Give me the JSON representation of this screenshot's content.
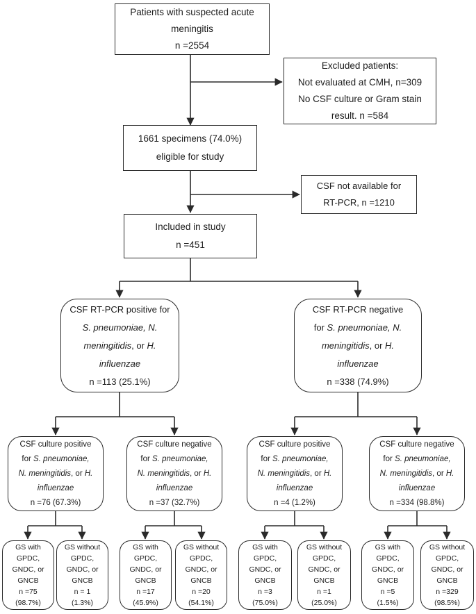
{
  "palette": {
    "background": "#ffffff",
    "line_color": "#2a2a2a",
    "text_color": "#1c1c1c"
  },
  "nodes": {
    "suspected": {
      "lines": [
        [
          {
            "t": "Patients with suspected acute"
          }
        ],
        [
          {
            "t": "meningitis"
          }
        ],
        [
          {
            "t": "n =2554"
          }
        ]
      ]
    },
    "excluded": {
      "lines": [
        [
          {
            "t": "Excluded patients:"
          }
        ],
        [
          {
            "t": "Not evaluated at CMH, n=309"
          }
        ],
        [
          {
            "t": "No CSF culture or Gram stain"
          }
        ],
        [
          {
            "t": "result. n =584"
          }
        ]
      ]
    },
    "eligible": {
      "lines": [
        [
          {
            "t": "1661 specimens (74.0%)"
          }
        ],
        [
          {
            "t": "eligible for study"
          }
        ]
      ]
    },
    "csf_unavailable": {
      "lines": [
        [
          {
            "t": "CSF not available for"
          }
        ],
        [
          {
            "t": "RT-PCR, n =1210"
          }
        ]
      ]
    },
    "included": {
      "lines": [
        [
          {
            "t": "Included in study"
          }
        ],
        [
          {
            "t": "n =451"
          }
        ]
      ]
    },
    "pcr_positive": {
      "lines": [
        [
          {
            "t": "CSF RT-PCR positive for"
          }
        ],
        [
          {
            "t": "S. pneumoniae, N.",
            "i": true
          }
        ],
        [
          {
            "t": "meningitidis",
            "i": true
          },
          {
            "t": ", or "
          },
          {
            "t": "H.",
            "i": true
          }
        ],
        [
          {
            "t": "influenzae",
            "i": true
          }
        ],
        [
          {
            "t": "n =113 (25.1%)"
          }
        ]
      ]
    },
    "pcr_negative": {
      "lines": [
        [
          {
            "t": "CSF RT-PCR negative"
          }
        ],
        [
          {
            "t": "for "
          },
          {
            "t": "S. pneumoniae, N.",
            "i": true
          }
        ],
        [
          {
            "t": "meningitidis",
            "i": true
          },
          {
            "t": ", or "
          },
          {
            "t": "H.",
            "i": true
          }
        ],
        [
          {
            "t": "influenzae",
            "i": true
          }
        ],
        [
          {
            "t": "n =338 (74.9%)"
          }
        ]
      ]
    },
    "culture_pos_pcrpos": {
      "lines": [
        [
          {
            "t": "CSF culture positive"
          }
        ],
        [
          {
            "t": "for "
          },
          {
            "t": "S. pneumoniae,",
            "i": true
          }
        ],
        [
          {
            "t": "N. meningitidis",
            "i": true
          },
          {
            "t": ", or "
          },
          {
            "t": "H.",
            "i": true
          }
        ],
        [
          {
            "t": "influenzae",
            "i": true
          }
        ],
        [
          {
            "t": "n =76 (67.3%)"
          }
        ]
      ]
    },
    "culture_neg_pcrpos": {
      "lines": [
        [
          {
            "t": "CSF culture negative"
          }
        ],
        [
          {
            "t": "for "
          },
          {
            "t": "S. pneumoniae,",
            "i": true
          }
        ],
        [
          {
            "t": "N. meningitidis",
            "i": true
          },
          {
            "t": ", or "
          },
          {
            "t": "H.",
            "i": true
          }
        ],
        [
          {
            "t": "influenzae",
            "i": true
          }
        ],
        [
          {
            "t": "n =37 (32.7%)"
          }
        ]
      ]
    },
    "culture_pos_pcrneg": {
      "lines": [
        [
          {
            "t": "CSF culture positive"
          }
        ],
        [
          {
            "t": "for "
          },
          {
            "t": "S. pneumoniae,",
            "i": true
          }
        ],
        [
          {
            "t": "N. meningitidis",
            "i": true
          },
          {
            "t": ", or "
          },
          {
            "t": "H.",
            "i": true
          }
        ],
        [
          {
            "t": "influenzae",
            "i": true
          }
        ],
        [
          {
            "t": "n =4 (1.2%)"
          }
        ]
      ]
    },
    "culture_neg_pcrneg": {
      "lines": [
        [
          {
            "t": "CSF culture negative"
          }
        ],
        [
          {
            "t": "for "
          },
          {
            "t": "S. pneumoniae,",
            "i": true
          }
        ],
        [
          {
            "t": "N. meningitidis",
            "i": true
          },
          {
            "t": ", or "
          },
          {
            "t": "H.",
            "i": true
          }
        ],
        [
          {
            "t": "influenzae",
            "i": true
          }
        ],
        [
          {
            "t": "n =334 (98.8%)"
          }
        ]
      ]
    },
    "gs1": {
      "lines": [
        [
          {
            "t": "GS with"
          }
        ],
        [
          {
            "t": "GPDC,"
          }
        ],
        [
          {
            "t": "GNDC, or"
          }
        ],
        [
          {
            "t": "GNCB"
          }
        ],
        [
          {
            "t": "n =75"
          }
        ],
        [
          {
            "t": "(98.7%)"
          }
        ]
      ]
    },
    "gs2": {
      "lines": [
        [
          {
            "t": "GS without"
          }
        ],
        [
          {
            "t": "GPDC,"
          }
        ],
        [
          {
            "t": "GNDC, or"
          }
        ],
        [
          {
            "t": "GNCB"
          }
        ],
        [
          {
            "t": "n = 1"
          }
        ],
        [
          {
            "t": "(1.3%)"
          }
        ]
      ]
    },
    "gs3": {
      "lines": [
        [
          {
            "t": "GS with"
          }
        ],
        [
          {
            "t": "GPDC,"
          }
        ],
        [
          {
            "t": "GNDC, or"
          }
        ],
        [
          {
            "t": "GNCB"
          }
        ],
        [
          {
            "t": "n =17"
          }
        ],
        [
          {
            "t": "(45.9%)"
          }
        ]
      ]
    },
    "gs4": {
      "lines": [
        [
          {
            "t": "GS without"
          }
        ],
        [
          {
            "t": "GPDC,"
          }
        ],
        [
          {
            "t": "GNDC, or"
          }
        ],
        [
          {
            "t": "GNCB"
          }
        ],
        [
          {
            "t": "n =20"
          }
        ],
        [
          {
            "t": "(54.1%)"
          }
        ]
      ]
    },
    "gs5": {
      "lines": [
        [
          {
            "t": "GS with"
          }
        ],
        [
          {
            "t": "GPDC,"
          }
        ],
        [
          {
            "t": "GNDC, or"
          }
        ],
        [
          {
            "t": "GNCB"
          }
        ],
        [
          {
            "t": "n =3"
          }
        ],
        [
          {
            "t": "(75.0%)"
          }
        ]
      ]
    },
    "gs6": {
      "lines": [
        [
          {
            "t": "GS without"
          }
        ],
        [
          {
            "t": "GPDC,"
          }
        ],
        [
          {
            "t": "GNDC, or"
          }
        ],
        [
          {
            "t": "GNCB"
          }
        ],
        [
          {
            "t": "n =1"
          }
        ],
        [
          {
            "t": "(25.0%)"
          }
        ]
      ]
    },
    "gs7": {
      "lines": [
        [
          {
            "t": "GS with"
          }
        ],
        [
          {
            "t": "GPDC,"
          }
        ],
        [
          {
            "t": "GNDC, or"
          }
        ],
        [
          {
            "t": "GNCB"
          }
        ],
        [
          {
            "t": "n =5"
          }
        ],
        [
          {
            "t": "(1.5%)"
          }
        ]
      ]
    },
    "gs8": {
      "lines": [
        [
          {
            "t": "GS without"
          }
        ],
        [
          {
            "t": "GPDC,"
          }
        ],
        [
          {
            "t": "GNDC, or"
          }
        ],
        [
          {
            "t": "GNCB"
          }
        ],
        [
          {
            "t": "n =329"
          }
        ],
        [
          {
            "t": "(98.5%)"
          }
        ]
      ]
    }
  }
}
